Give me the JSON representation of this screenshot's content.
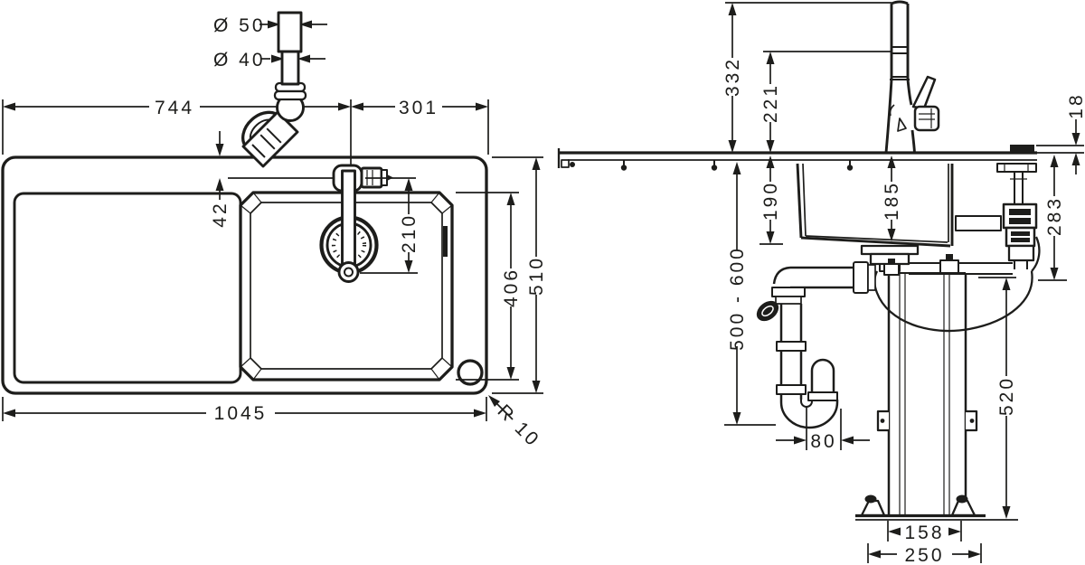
{
  "drawing": {
    "description": "Technical installation drawing of a kitchen sink with tap, drain set, P-trap and mounting column; top view (left) and side view (right); all dimensions in mm",
    "colors": {
      "ink": "#1d1d1b",
      "background": "#ffffff"
    },
    "plan_view": {
      "dims": {
        "tailpiece_outer_dia": "Ø 50",
        "tailpiece_pipe_dia": "Ø 40",
        "left_edge_to_tap_center": "744",
        "tap_center_to_right_edge": "301",
        "tap_offset_from_back_edge": "42",
        "spout_reach": "210",
        "bowl_front_to_back": "406",
        "sink_depth": "510",
        "sink_width": "1045",
        "corner_radius": "R 10"
      }
    },
    "side_view": {
      "dims": {
        "spout_top_height": "332",
        "spout_outlet_height": "221",
        "drain_knob_height": "18",
        "bowl_depth_outer": "190",
        "bowl_depth_inner": "185",
        "drain_outlet_drop": "283",
        "trap_outlet_height_range": "500 - 600",
        "column_height": "520",
        "trap_width": "80",
        "column_inner_width": "158",
        "base_plate_width": "250"
      }
    }
  }
}
